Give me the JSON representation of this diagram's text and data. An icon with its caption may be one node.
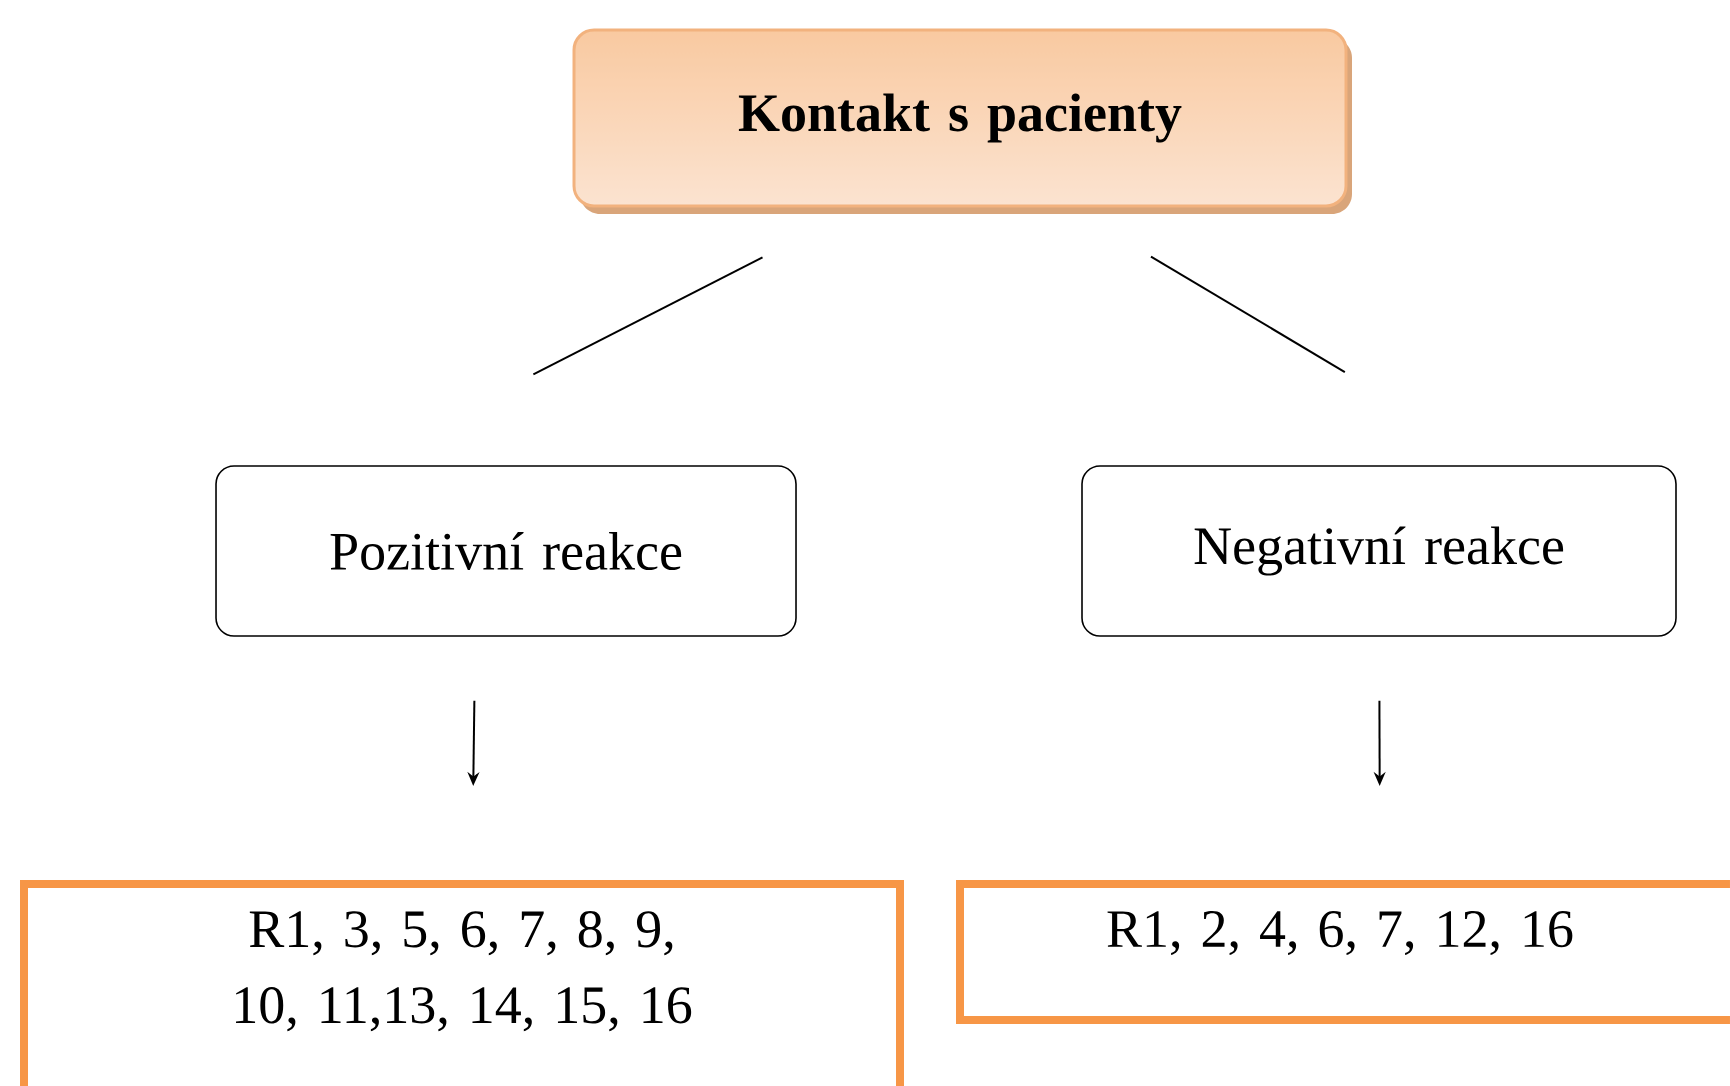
{
  "diagram": {
    "nodes": [
      {
        "text": [
          "Kontakt s pacienty"
        ]
      },
      {
        "text": [
          "Pozitivní reakce"
        ]
      },
      {
        "text": [
          "Negativní reakce"
        ]
      },
      {
        "text": [
          "R1, 3, 5, 6, 7, 8, 9, 10, 11,13, 14, 15, 16"
        ]
      },
      {
        "text": [
          "R1, 2, 4, 6, 7, 12, 16"
        ]
      }
    ],
    "edges": [
      {
        "from": 0,
        "to": 1,
        "arrow": "none"
      },
      {
        "from": 0,
        "to": 2,
        "arrow": "none"
      },
      {
        "from": 1,
        "to": 3,
        "arrow": "to"
      },
      {
        "from": 2,
        "to": 4,
        "arrow": "to"
      }
    ]
  }
}
